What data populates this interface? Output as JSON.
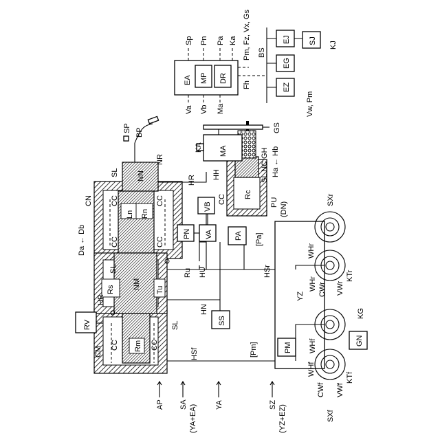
{
  "labels": {
    "SP": "SP",
    "BP": "BP",
    "NR": "NR",
    "SL": "SL",
    "NN": "NN",
    "CN": "CN",
    "Ln": "Ln",
    "Rn": "Rn",
    "DaDb": "Da ← Db",
    "NM": "NM",
    "Ru": "Ru",
    "HU": "HU",
    "Rs": "Rs",
    "Tu": "Tu",
    "HR": "HR",
    "RV": "RV",
    "HN": "HN",
    "SS": "SS",
    "Rm": "Rm",
    "CM": "CM",
    "HSf": "HSf",
    "Pm_br": "[Pm]",
    "PM": "PM",
    "YZ": "YZ",
    "HSr": "HSr",
    "Pa_br": "[Pa]",
    "PA": "PA",
    "PN": "PN",
    "VA": "VA",
    "VB": "VB",
    "CC": "CC",
    "Rc": "Rc",
    "PU": "PU",
    "DN": "(DN)",
    "HaHb": "Ha ← Hb",
    "SL_NC_GH": "SL  NC  GH",
    "HH": "HH",
    "KA": "KA",
    "MA": "MA",
    "GS": "GS",
    "EA": "EA",
    "MP": "MP",
    "DR": "DR",
    "Sp": "Sp",
    "Pn": "Pn",
    "Pa": "Pa",
    "Ka": "Ka",
    "Va": "Va",
    "Vb": "Vb",
    "Ma": "Ma",
    "PmFzVxGs": "Pm, Fz, Vx, Gs",
    "BS": "BS",
    "Fh": "Fh",
    "EJ": "EJ",
    "SJ": "SJ",
    "KJ": "KJ",
    "EG": "EG",
    "EZ": "EZ",
    "VwPm": "Vw, Pm",
    "AP": "AP",
    "SA": "SA",
    "SA_sub": "(YA+EA)",
    "YA": "YA",
    "SZ": "SZ",
    "SZ_sub": "(YZ+EZ)",
    "SXf": "SXf",
    "SXr": "SXr",
    "KG": "KG",
    "GN": "GN",
    "WHf1": "WHf",
    "WHf2": "WHf",
    "CWf": "CWf",
    "VWf": "VWf",
    "KTf": "KTf",
    "WHr1": "WHr",
    "WHr2": "WHr",
    "CWr": "CWr",
    "VWr": "VWr",
    "KTr": "KTr",
    "CC1": "CC",
    "CC2": "CC",
    "CC3": "CC",
    "CC4": "CC",
    "CC5": "CC",
    "CC6": "CC",
    "Vx_note": ""
  }
}
